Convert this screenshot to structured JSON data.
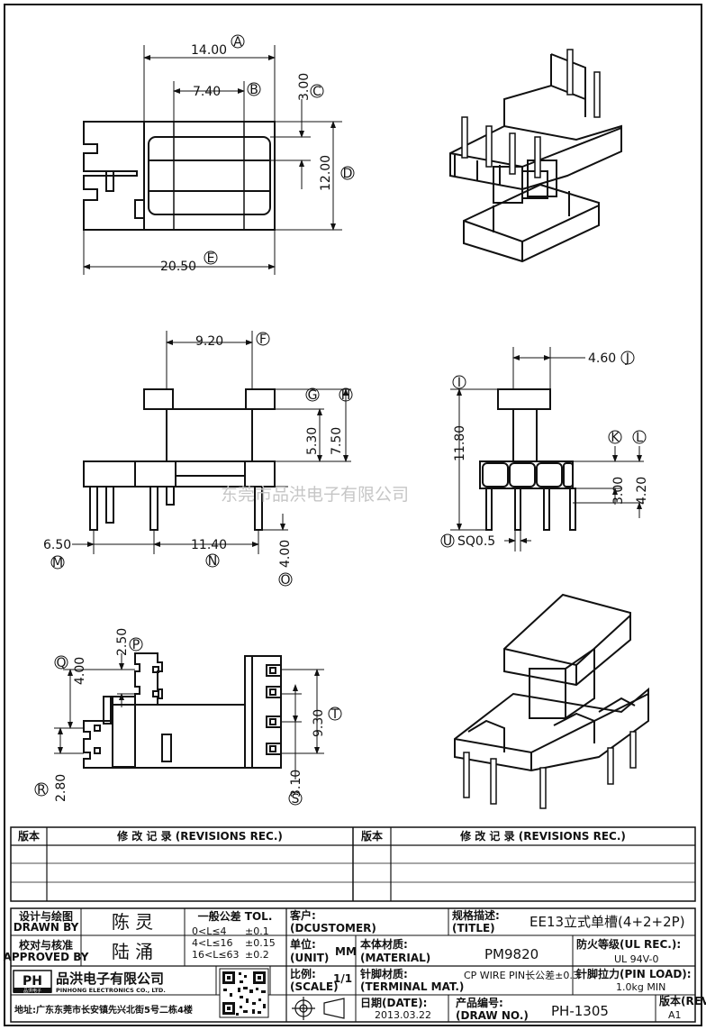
{
  "dimensions": {
    "top": {
      "d14": "14.00",
      "lA": "A",
      "d740": "7.40",
      "lB": "B",
      "d300": "3.00",
      "lC": "C",
      "d1200": "12.00",
      "lD": "D",
      "d2050": "20.50",
      "lE": "E"
    },
    "front": {
      "d920": "9.20",
      "lF": "F",
      "lG": "G",
      "lH": "H",
      "d530": "5.30",
      "d750": "7.50",
      "d650": "6.50",
      "lM": "M",
      "d1140": "11.40",
      "lN": "N",
      "d400": "4.00",
      "lO": "O"
    },
    "side": {
      "d460": "4.60",
      "lJ": "J",
      "lI": "I",
      "d1180": "11.80",
      "lK": "K",
      "lL": "L",
      "d300b": "3.00",
      "d420": "4.20",
      "lU": "U",
      "sq": "SQ0.5"
    },
    "bottom": {
      "d250": "2.50",
      "lP": "P",
      "lQ": "Q",
      "d400b": "4.00",
      "d930": "9.30",
      "lT": "T",
      "lR": "R",
      "d280": "2.80",
      "d310": "3.10",
      "lS": "S"
    }
  },
  "watermark": "东莞市品洪电子有限公司",
  "revisions": {
    "col_ver": "版本",
    "col_rec": "修 改 记 录 (REVISIONS REC.)",
    "col_ver2": "版本",
    "col_rec2": "修 改 记 录 (REVISIONS REC.)"
  },
  "title_block": {
    "drawn_label_cn": "设计与绘图",
    "drawn_label_en": "DRAWN BY",
    "drawn_name": "陈 灵",
    "approved_label_cn": "校对与核准",
    "approved_label_en": "APPROVED BY",
    "approved_name": "陆 涌",
    "tol_title": "一般公差 TOL.",
    "tol1": "0<L≤4",
    "tol1v": "±0.1",
    "tol2": "4<L≤16",
    "tol2v": "±0.15",
    "tol3": "16<L≤63",
    "tol3v": "±0.2",
    "customer_cn": "客户:",
    "customer_en": "(DCUSTOMER)",
    "title_cn": "规格描述:",
    "title_en": "(TITLE)",
    "title_value": "EE13立式单槽(4+2+2P)",
    "unit_cn": "单位:",
    "unit_en": "(UNIT)",
    "unit_value": "MM",
    "material_cn": "本体材质:",
    "material_en": "(MATERIAL)",
    "material_value": "PM9820",
    "ul_cn": "防火等级(UL REC.):",
    "ul_value": "UL 94V-0",
    "scale_cn": "比例:",
    "scale_en": "(SCALE)",
    "scale_value": "1/1",
    "terminal_cn": "针脚材质:",
    "terminal_en": "(TERMINAL MAT.)",
    "terminal_value": "CP WIRE PIN长公差±0.3",
    "pinload_cn": "针脚拉力(PIN LOAD):",
    "pinload_value": "1.0kg MIN",
    "date_cn": "日期(DATE):",
    "date_value": "2013.03.22",
    "drawno_cn": "产品编号:",
    "drawno_en": "(DRAW NO.)",
    "drawno_value": "PH-1305",
    "rev_cn": "版本(REV):",
    "rev_value": "A1",
    "company_cn": "品洪电子有限公司",
    "company_en": "PINHONG ELECTRONICS CO., LTD.",
    "logo_letters": "PH",
    "logo_small": "品洪电子",
    "address": "地址:广东东莞市长安镇先兴北街5号二栋4楼"
  }
}
